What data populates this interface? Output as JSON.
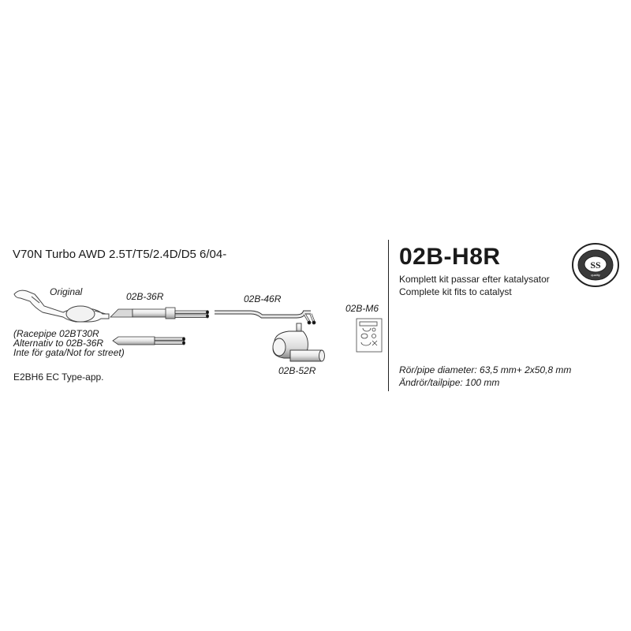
{
  "model": {
    "title": "V70N Turbo AWD  2.5T/T5/2.4D/D5   6/04-"
  },
  "kit": {
    "code": "02B-H8R",
    "description_sv": "Komplett kit passar efter katalysator",
    "description_en": "Complete kit fits to catalyst",
    "pipe_diameter": "Rör/pipe diameter: 63,5 mm+ 2x50,8 mm",
    "tailpipe": "Ändrör/tailpipe: 100 mm"
  },
  "parts": {
    "original": "Original",
    "front_pipe": "02B-36R",
    "mid_pipe": "02B-46R",
    "mounting_kit": "02B-M6",
    "rear_silencer": "02B-52R"
  },
  "racepipe_note": {
    "line1": "(Racepipe 02BT30R",
    "line2": "Alternativ to 02B-36R",
    "line3": "Inte för gata/Not for street)"
  },
  "approval": "E2BH6  EC Type-app.",
  "colors": {
    "text": "#1a1a1a",
    "pipe_fill": "#e9e9e9",
    "pipe_stroke": "#333333"
  }
}
